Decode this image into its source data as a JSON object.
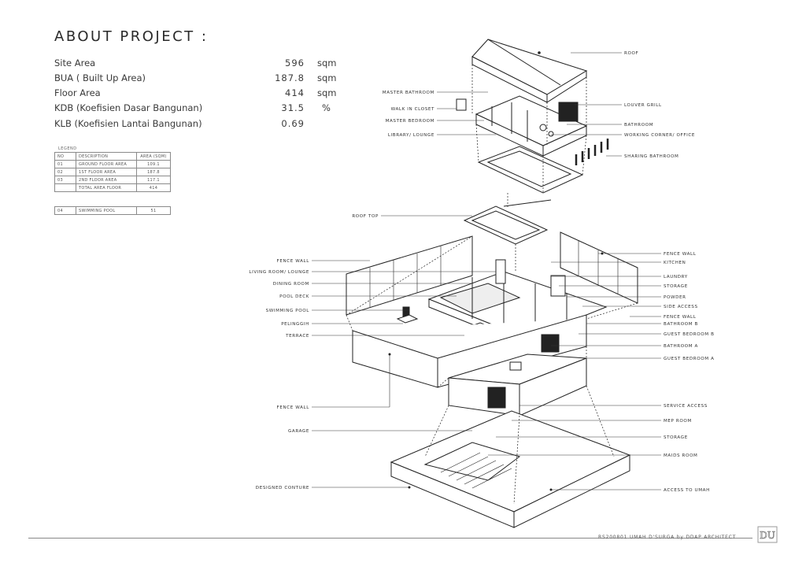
{
  "title": "ABOUT PROJECT :",
  "project_info": [
    {
      "label": "Site Area",
      "value": "596",
      "unit": "sqm"
    },
    {
      "label": "BUA ( Built Up Area)",
      "value": "187.8",
      "unit": "sqm"
    },
    {
      "label": "Floor Area",
      "value": "414",
      "unit": "sqm"
    },
    {
      "label": "KDB (Koefisien Dasar Bangunan)",
      "value": "31.5",
      "unit": "%"
    },
    {
      "label": "KLB (Koefisien Lantai Bangunan)",
      "value": "0.69",
      "unit": ""
    }
  ],
  "legend": {
    "caption": "LEGEND",
    "headers": [
      "NO",
      "DESCRIPTION",
      "AREA (SQM)"
    ],
    "rows": [
      [
        "01",
        "GROUND FLOOR AREA",
        "109.1"
      ],
      [
        "02",
        "1ST FLOOR AREA",
        "187.8"
      ],
      [
        "03",
        "2ND FLOOR AREA",
        "117.1"
      ],
      [
        "",
        "TOTAL AREA FLOOR",
        "414"
      ]
    ],
    "pool_row": [
      "04",
      "SWIMMING POOL",
      "51"
    ]
  },
  "labels_left": {
    "master_bathroom": "MASTER BATHROOM",
    "walk_in_closet": "WALK IN CLOSET",
    "master_bedroom": "MASTER BEDROOM",
    "library_lounge": "LIBRARY/ LOUNGE",
    "roof_top": "ROOF TOP",
    "fence_wall_1": "FENCE WALL",
    "living_room": "LIVING ROOM/ LOUNGE",
    "dining_room": "DINING ROOM",
    "pool_deck": "POOL DECK",
    "swimming_pool": "SWIMMING POOL",
    "pelinggih": "PELINGGIH",
    "terrace": "TERRACE",
    "fence_wall_2": "FENCE WALL",
    "garage": "GARAGE",
    "designed_conture": "DESIGNED CONTURE"
  },
  "labels_right": {
    "roof": "ROOF",
    "louver_grill": "LOUVER GRILL",
    "bathroom": "BATHROOM",
    "working_corner": "WORKING CORNER/ OFFICE",
    "sharing_bathroom": "SHARING BATHROOM",
    "fence_wall_a": "FENCE WALL",
    "kitchen": "KITCHEN",
    "laundry": "LAUNDRY",
    "storage_1": "STORAGE",
    "powder": "POWDER",
    "side_access": "SIDE ACCESS",
    "fence_wall_b": "FENCE WALL",
    "bathroom_b": "BATHROOM B",
    "guest_bedroom_b": "GUEST BEDROOM B",
    "bathroom_a": "BATHROOM A",
    "guest_bedroom_a": "GUEST BEDROOM A",
    "service_access": "SERVICE ACCESS",
    "mep_room": "MEP ROOM",
    "storage_2": "STORAGE",
    "maids_room": "MAIDS ROOM",
    "access_to_umah": "ACCESS TO UMAH"
  },
  "footer": "RS200801 UMAH D'SURGA by DDAP ARCHITECT",
  "logo_text": "DU"
}
